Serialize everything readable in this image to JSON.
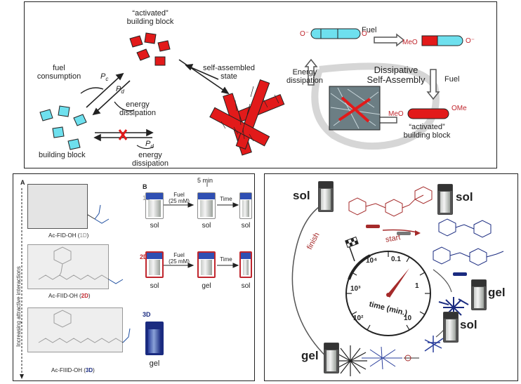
{
  "top": {
    "activated_top": "“activated”",
    "activated_bottom": "building block",
    "self_assembled_1": "self-assembled",
    "self_assembled_2": "state",
    "fuel_consumption_1": "fuel",
    "fuel_consumption_2": "consumption",
    "pc": "P",
    "pc_sub": "c",
    "pd": "P",
    "pd_sub": "d",
    "energy_dissipation_1": "energy",
    "energy_dissipation_2": "dissipation",
    "building_block": "building block",
    "energy_dissipation_b1": "energy",
    "energy_dissipation_b2": "dissipation",
    "pd2": "P",
    "pd2_sub": "d",
    "fuel_top": "Fuel",
    "fuel_right": "Fuel",
    "dissipative_1": "Dissipative",
    "dissipative_2": "Self-Assembly",
    "energy_diss_r1": "Energy",
    "energy_diss_r2": "dissipation",
    "activated_r1": "“activated”",
    "activated_r2": "building block",
    "meo_1": "MeO",
    "meo_2": "MeO",
    "ome": "OMe",
    "o_minus_1": "O⁻",
    "o_minus_2": "O⁻",
    "o_minus_3": "O⁻"
  },
  "left_panel": {
    "label_a": "A",
    "label_b": "B",
    "axis_label": "Increasing attractive interactions",
    "five_min": "5 min",
    "row1_tag": "1D",
    "row2_tag": "2D",
    "row3_tag": "3D",
    "fuel": "Fuel",
    "fuel_conc": "(25 mM)",
    "time": "Time",
    "row1_states": [
      "sol",
      "sol",
      "sol"
    ],
    "row2_states": [
      "sol",
      "gel",
      "sol"
    ],
    "row3_state": "gel",
    "name1_pre": "Ac-FID-OH (",
    "name1_tag": "1D",
    "name2_pre": "Ac-FIID-OH (",
    "name2_tag": "2D",
    "name3_pre": "Ac-FIIID-OH (",
    "name3_tag": "3D",
    "close_paren": ")",
    "colors": {
      "row1": "#8a8a8a",
      "row2": "#c0262d",
      "row3": "#1a2b80"
    }
  },
  "right_panel": {
    "sol_left": "sol",
    "sol_top": "sol",
    "gel_right": "gel",
    "sol_bottom": "sol",
    "gel_left": "gel",
    "finish": "finish",
    "start": "start",
    "dial_1e4": "10⁴",
    "dial_01": "0.1",
    "dial_1": "1",
    "dial_10": "10",
    "dial_1e2": "10²",
    "dial_1e3": "10³",
    "time_label": "time (min.)",
    "accent": "#a52a2a"
  }
}
